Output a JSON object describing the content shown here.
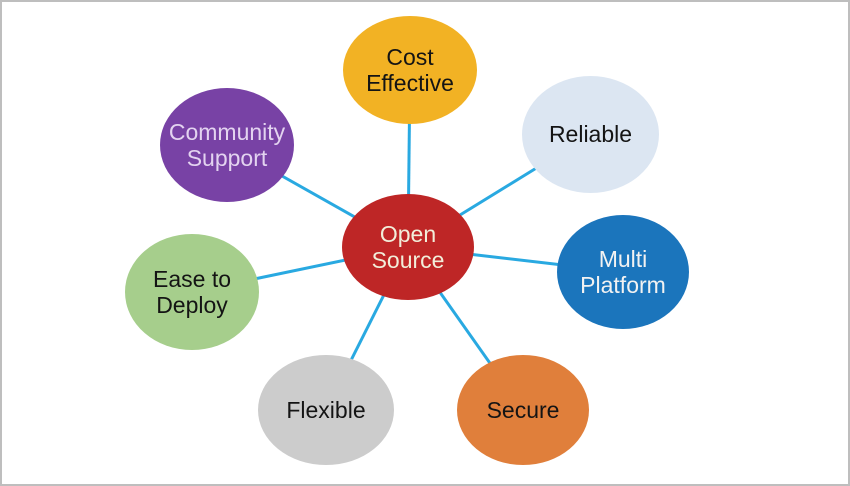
{
  "colors": {
    "background": "#FFFFFF",
    "border": "#BEBEBE",
    "connector": "#29A9E1"
  },
  "diagram": {
    "center": {
      "label": "Open Source",
      "fill": "#BE2626",
      "text_color": "#F2EEDA"
    },
    "nodes": [
      {
        "label": "Cost Effective",
        "fill": "#F2B224",
        "text_color": "#141414"
      },
      {
        "label": "Reliable",
        "fill": "#DCE6F2",
        "text_color": "#141414"
      },
      {
        "label": "Multi Platform",
        "fill": "#1B75BC",
        "text_color": "#F2F2F2"
      },
      {
        "label": "Secure",
        "fill": "#E07F3B",
        "text_color": "#141414"
      },
      {
        "label": "Flexible",
        "fill": "#CCCCCC",
        "text_color": "#141414"
      },
      {
        "label": "Ease to Deploy",
        "fill": "#A6CE8C",
        "text_color": "#141414"
      },
      {
        "label": "Community Support",
        "fill": "#7842A5",
        "text_color": "#E3D3F0"
      }
    ]
  }
}
